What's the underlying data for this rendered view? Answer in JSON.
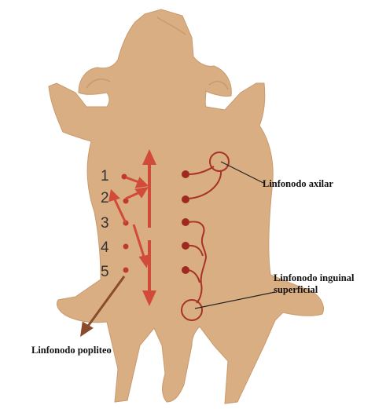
{
  "numbers": [
    "1",
    "2",
    "3",
    "4",
    "5"
  ],
  "labels": {
    "axillary": "Linfonodo axilar",
    "inguinal_line1": "Linfonodo inguinal",
    "inguinal_line2": "superficial",
    "popliteal": "Linfonodo popliteo"
  },
  "colors": {
    "body": "#d9ae83",
    "body_edge": "#c99a6c",
    "nipple": "#c0392b",
    "arrow": "#d14a3a",
    "gland_marker": "#9e2a1f",
    "lymph_line": "#a83227",
    "pointer_arrow": "#8b4a2b",
    "leader_line": "#222222"
  },
  "icons": [
    "dog-silhouette",
    "up-arrow-icon",
    "down-arrow-icon"
  ]
}
